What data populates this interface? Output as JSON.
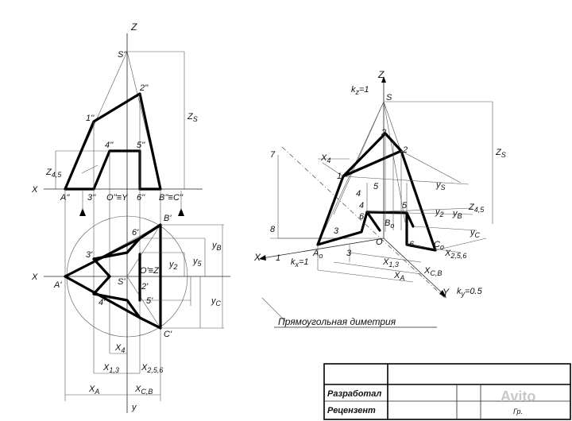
{
  "labels": {
    "Z": "Z",
    "S2": "S''",
    "p2_2": "2''",
    "p1_2": "1''",
    "p4_2": "4''",
    "p5_2": "5''",
    "ZS": "Z",
    "ZS_sub": "S",
    "Z45": "Z",
    "Z45_sub": "4,5",
    "X": "X",
    "A2": "A''",
    "p3_2": "3''",
    "O2Y": "O''≡Y",
    "p6_2": "6''",
    "B2C2": "B''≡C''",
    "B1": "B'",
    "p6_1": "6'",
    "p3_1": "3'",
    "OZ": "O'≡Z",
    "p2_1": "2'",
    "p5_1": "5'",
    "S1": "S'",
    "p4_1": "4'",
    "A1": "A'",
    "C1": "C'",
    "y2": "y",
    "y2_sub": "2",
    "y5": "y",
    "y5_sub": "5",
    "yB": "y",
    "yB_sub": "B",
    "yC": "y",
    "yC_sub": "C",
    "X4": "X",
    "X4_sub": "4",
    "X13": "X",
    "X13_sub": "1,3",
    "X256": "X",
    "X256_sub": "2,5,6",
    "XA": "X",
    "XA_sub": "A",
    "XCB": "X",
    "XCB_sub": "C,B",
    "yaxis": "y",
    "kz": "k",
    "kz_sub": "z",
    "kz_val": "=1",
    "iZ": "Z",
    "iS": "S",
    "i2a": "2",
    "i2b": "2",
    "iX4": "X",
    "iX4_sub": "4",
    "i1": "1",
    "i7": "7",
    "i4a": "4",
    "i5a": "5",
    "i4b": "4",
    "i5b": "5",
    "i6": "6",
    "iB0": "B",
    "iB0_sub": "o",
    "i8": "8",
    "i3a": "3",
    "i3b": "3",
    "iO": "O",
    "i6b": "6",
    "iC0": "C",
    "iC0_sub": "o",
    "iA0": "A",
    "iA0_sub": "o",
    "iXax": "X",
    "i1b": "1",
    "kx": "k",
    "kx_sub": "x",
    "kx_val": "=1",
    "iyS": "y",
    "iyS_sub": "S",
    "iy2": "y",
    "iy2_sub": "2",
    "iyB": "y",
    "iyB_sub": "B",
    "iyC": "y",
    "iyC_sub": "C",
    "iZ45": "Z",
    "iZ45_sub": "4,5",
    "iZS": "Z",
    "iZS_sub": "S",
    "iX256": "X",
    "iX256_sub": "2,5,6",
    "iX13": "X",
    "iX13_sub": "1,3",
    "iXCB": "X",
    "iXCB_sub": "C,B",
    "iXA": "X",
    "iXA_sub": "A",
    "iY": "Y",
    "ky": "k",
    "ky_sub": "y",
    "ky_val": "=0.5"
  },
  "caption": "Прямоугольная диметрия",
  "title_block": {
    "row1": "Разработал",
    "row2": "Рецензент",
    "group": "Гр."
  },
  "watermark": "Avito"
}
